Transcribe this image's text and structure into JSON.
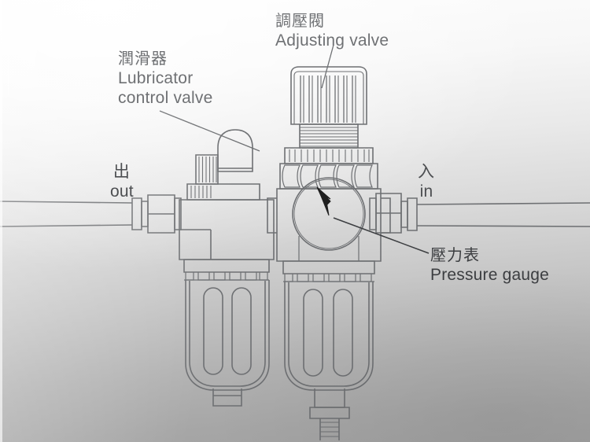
{
  "diagram": {
    "title": "Air preparation unit (lubricator and regulator) line drawing",
    "line_color": "#6e7073",
    "accent_color": "#1f1f1f",
    "paper_light": "#fdfdfd",
    "paper_dark": "#a1a1a1"
  },
  "labels": {
    "lubricator": {
      "cjk": "潤滑器",
      "en_line1": "Lubricator",
      "en_line2": "control valve"
    },
    "adjusting": {
      "cjk": "調壓閥",
      "en": "Adjusting valve"
    },
    "gauge": {
      "cjk": "壓力表",
      "en": "Pressure gauge"
    },
    "out": {
      "cjk": "出",
      "en": "out"
    },
    "in": {
      "cjk": "入",
      "en": "in"
    }
  },
  "parts": {
    "lubricator_unit": "lubricator-body",
    "regulator_unit": "regulator-body",
    "adjusting_knob": "ribbed adjusting knob",
    "pressure_gauge_needle": "needle pointing up-left",
    "left_pipe": "outlet pipe",
    "right_pipe": "inlet pipe",
    "left_bowl": "sight bowl with two windows",
    "right_bowl": "sight bowl with two windows and drain",
    "drain_stem": "barbed drain stem"
  }
}
